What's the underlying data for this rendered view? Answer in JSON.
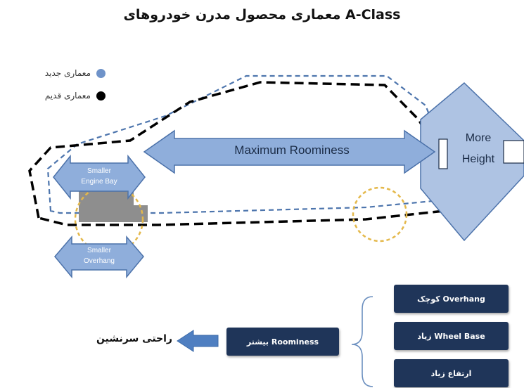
{
  "title": "معماری محصول مدرن خودروهای A-Class",
  "legend": [
    {
      "label": "معماری جدید",
      "color": "#6f93c9"
    },
    {
      "label": "معماری قدیم",
      "color": "#000000"
    }
  ],
  "diagram": {
    "max_roominess": "Maximum Roominess",
    "more_height_1": "More",
    "more_height_2": "Height",
    "engine_bay_1": "Smaller",
    "engine_bay_2": "Engine Bay",
    "overhang_1": "Smaller",
    "overhang_2": "Overhang"
  },
  "boxes": {
    "overhang": "Overhang کوچک",
    "wheelbase": "Wheel Base زیاد",
    "height": "ارتفاع زیاد",
    "roominess": "Roominess بیشتر"
  },
  "comfort": "راحتی سرنشین",
  "colors": {
    "arrow_fill": "#8faedb",
    "arrow_stroke": "#4c72aa",
    "box_fill": "#1f3559",
    "circle": "#e4b84a",
    "gray_block": "#8e8e8e"
  }
}
